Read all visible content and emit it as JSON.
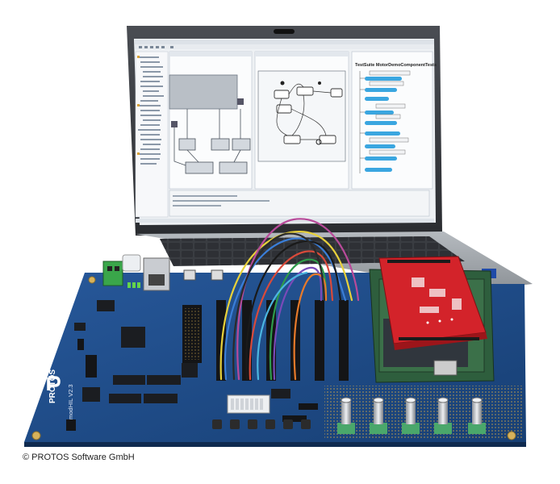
{
  "photo": {
    "subject": "PROTOS modHIL board with laptop",
    "copyright": "© PROTOS Software GmbH"
  },
  "board": {
    "logo_text": "PROTOS",
    "model_text": "modHIL V2.3",
    "colors": {
      "pcb": "#1f4f8c",
      "shield": "#d3232a",
      "mezzanine": "#2f6a3e"
    }
  },
  "laptop_screen": {
    "right_panel_title": "TestSuite MotorDemoComponentTests"
  },
  "colors": {
    "background": "#ffffff",
    "laptop_body": "#9aa0a6",
    "screen_bezel": "#2b2d31"
  }
}
